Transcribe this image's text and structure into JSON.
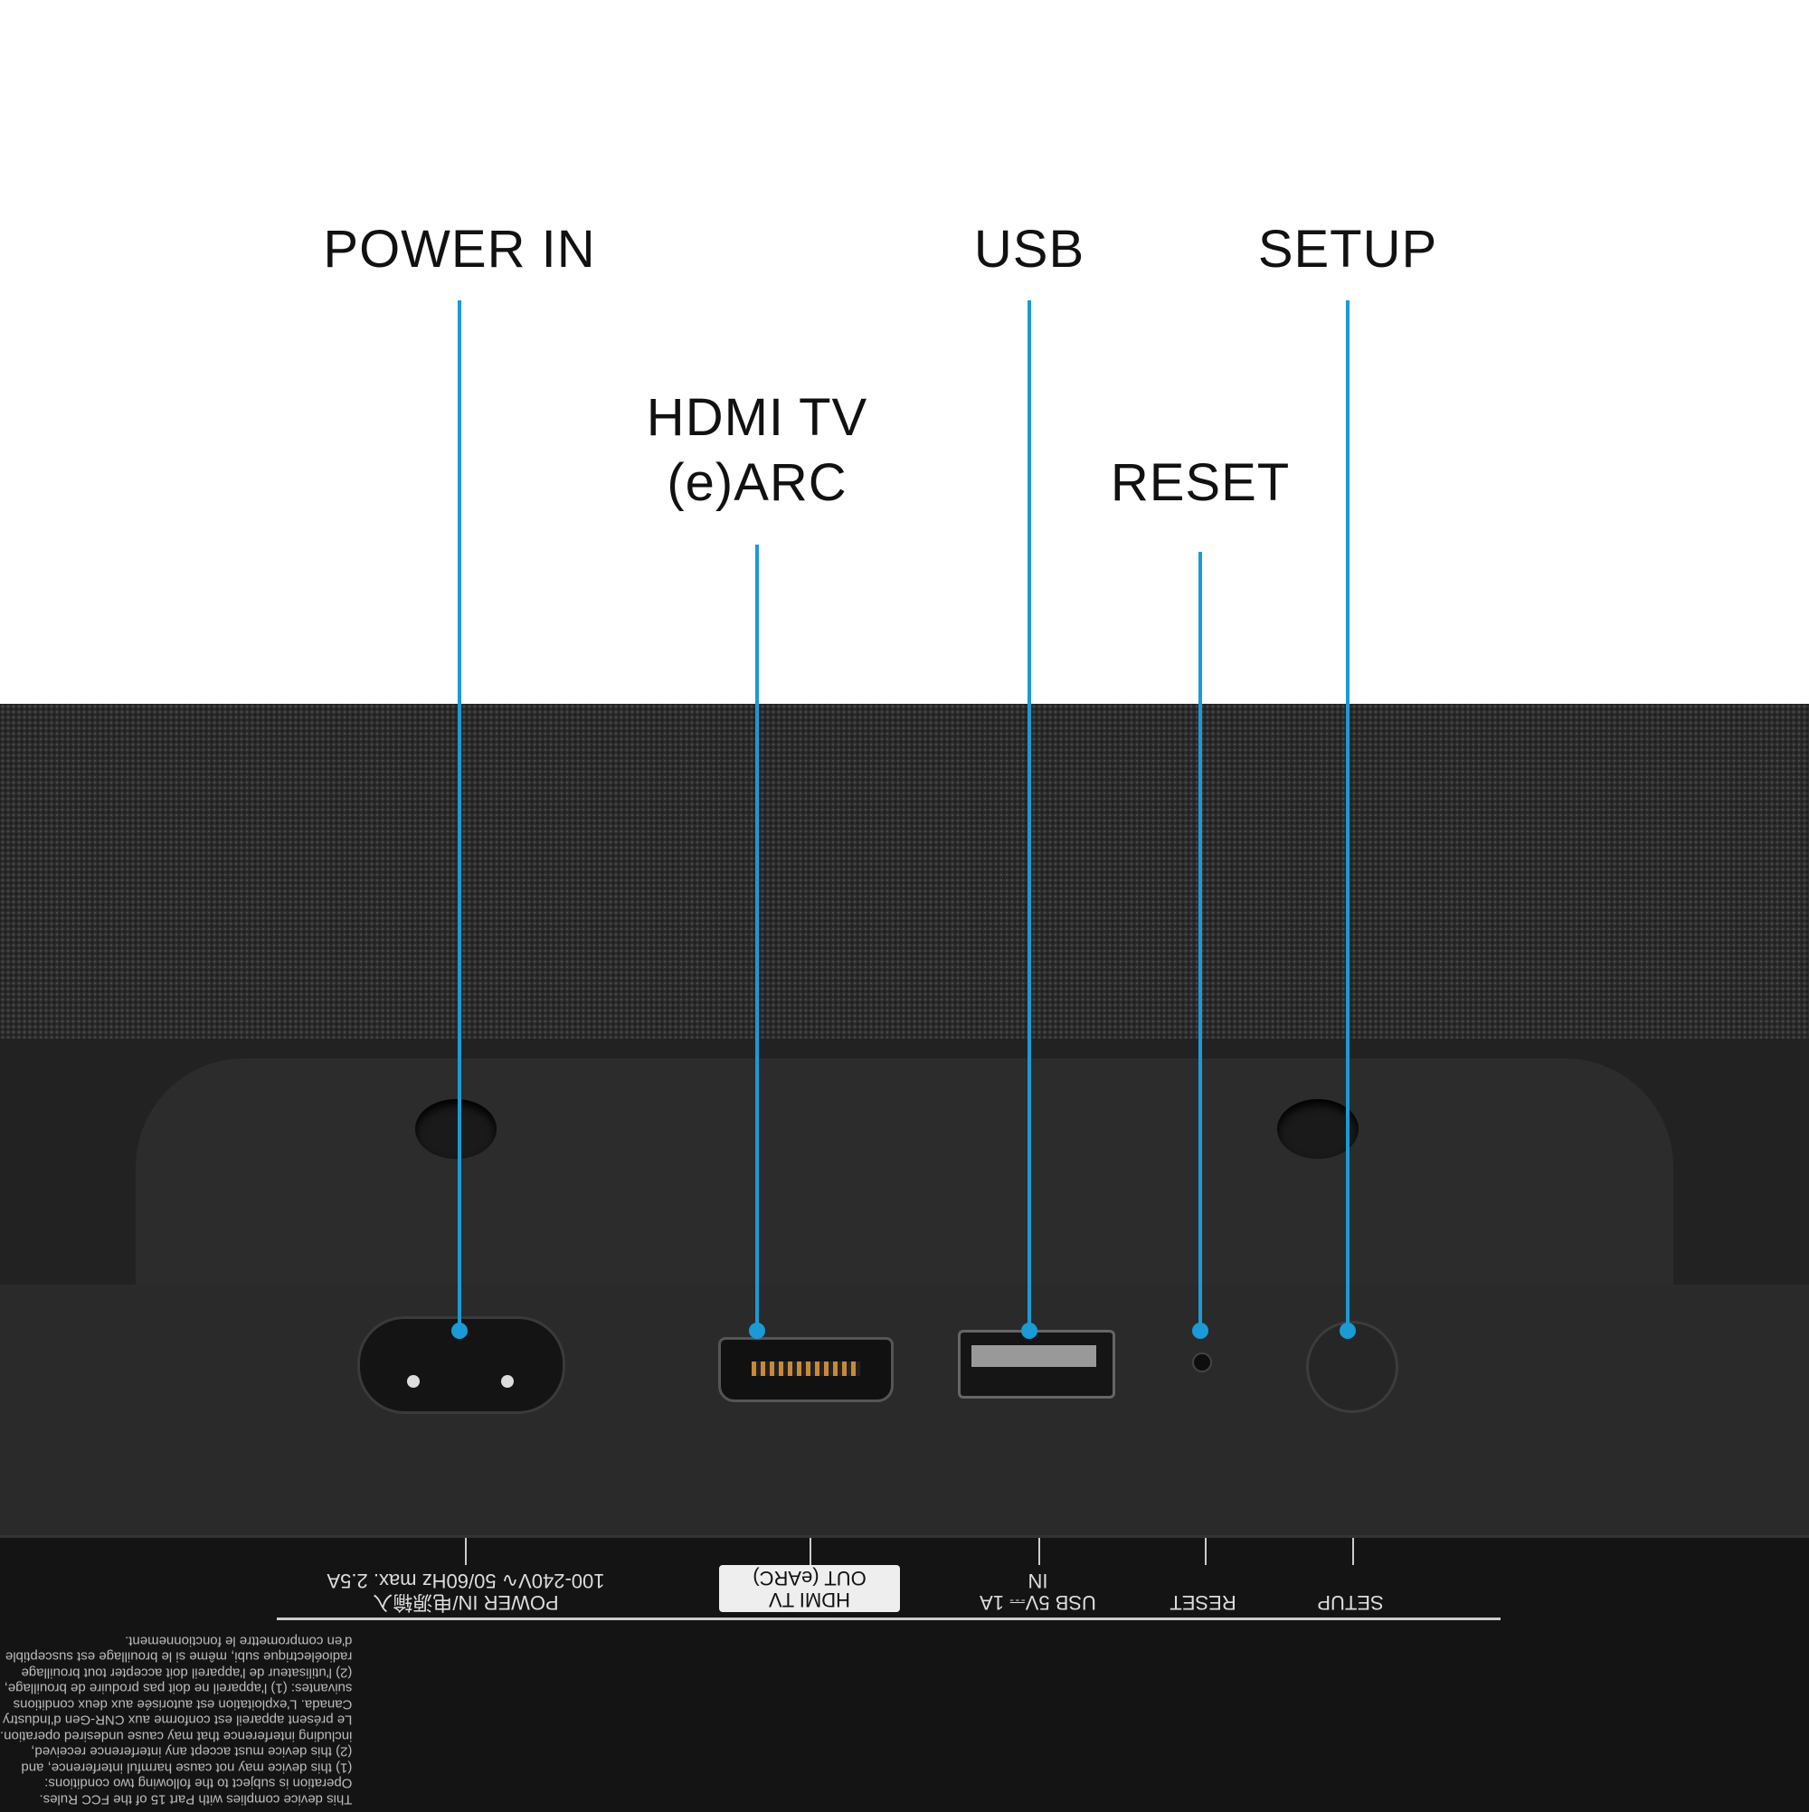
{
  "callouts": {
    "power_in": "POWER IN",
    "hdmi_tv_line1": "HDMI TV",
    "hdmi_tv_line2": "(e)ARC",
    "usb": "USB",
    "reset": "RESET",
    "setup": "SETUP"
  },
  "accent_color": "#1a9bd7",
  "rating_label": {
    "power_line1": "POWER IN/电源输入",
    "power_line2": "100-240V∿ 50/60Hz max. 2.5A",
    "hdmi_line1": "HDMI TV",
    "hdmi_line2": "OUT (eARC)",
    "usb_line1": "USB 5V⎓ 1A",
    "usb_line2": "IN",
    "reset": "RESET",
    "setup": "SETUP",
    "fcc_text": "This device complies with Part 15 of the FCC Rules.\nOperation is subject to the following two conditions:\n(1) this device may not cause harmful interference, and\n(2) this device must accept any interference received,\nincluding interference that may cause undesired operation.\nLe présent appareil est conforme aux CNR-Gen d'Industry\nCanada. L'exploitation est autorisée aux deux conditions\nsuivantes: (1) l'appareil ne doit pas produire de brouillage,\n(2) l'utilisateur de l'appareil doit accepter tout brouillage\nradioélectrique subi, même si le brouillage est susceptible\nd'en compromettre le fonctionnement."
  }
}
